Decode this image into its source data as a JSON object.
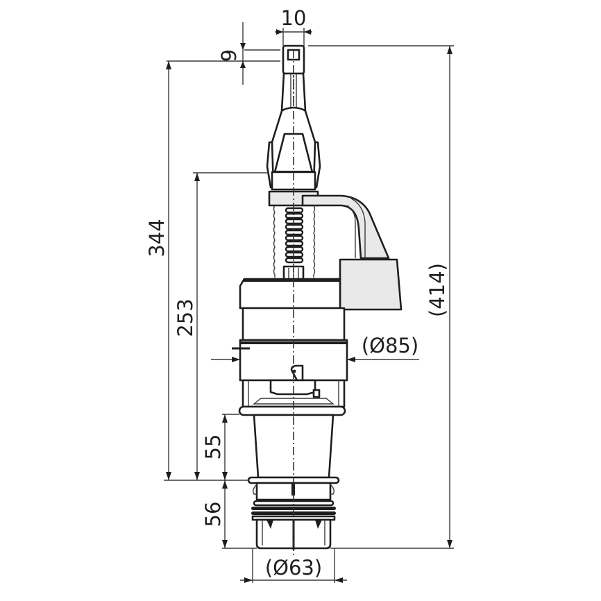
{
  "drawing": {
    "title": "Flush valve technical drawing",
    "units": "mm",
    "colors": {
      "line": "#1e1e1e",
      "fill_part": "#ffffff",
      "fill_grey": "#e9e9e9",
      "background": "#ffffff"
    }
  },
  "dimensions": {
    "top_width": "10",
    "top_height": "9",
    "height_344": "344",
    "height_253": "253",
    "height_55": "55",
    "height_56": "56",
    "overall_height": "(414)",
    "body_diameter": "(Ø85)",
    "outlet_diameter": "(Ø63)"
  }
}
